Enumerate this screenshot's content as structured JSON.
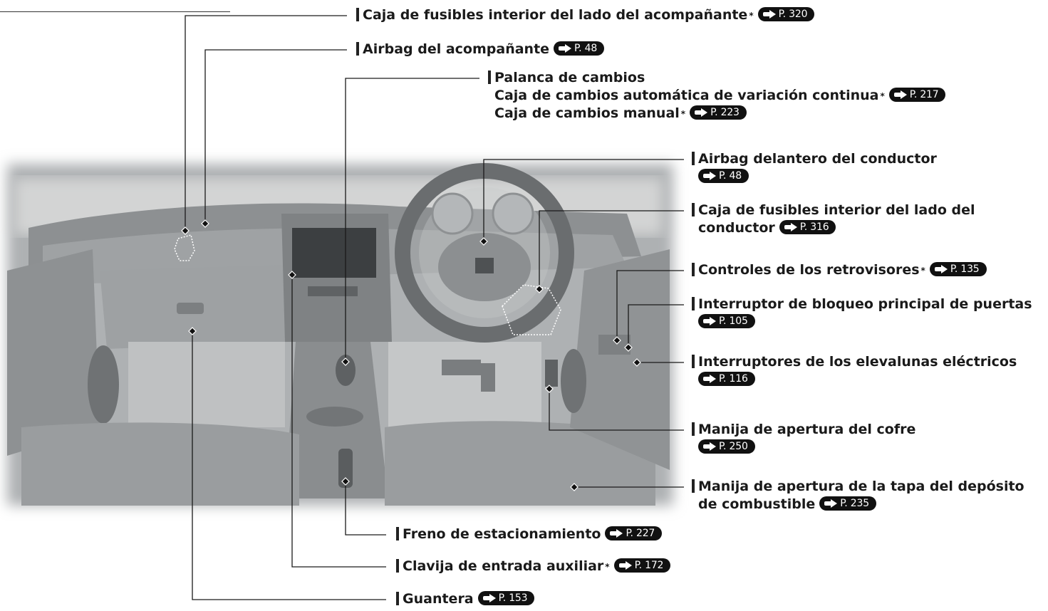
{
  "callouts": [
    {
      "id": "passenger-fuse-box",
      "lines": [
        "Caja de fusibles interior del lado del acompañante"
      ],
      "stars": [
        true
      ],
      "refs": [
        "P. 320"
      ]
    },
    {
      "id": "passenger-airbag",
      "lines": [
        "Airbag del acompañante"
      ],
      "stars": [
        false
      ],
      "refs": [
        "P. 48"
      ]
    },
    {
      "id": "shift-lever",
      "lines": [
        "Palanca de cambios",
        "Caja de cambios automática de variación continua",
        "Caja de cambios manual"
      ],
      "stars": [
        false,
        true,
        true
      ],
      "refs": [
        null,
        "P. 217",
        "P. 223"
      ]
    },
    {
      "id": "driver-front-airbag",
      "lines": [
        "Airbag delantero del conductor",
        ""
      ],
      "stars": [
        false,
        false
      ],
      "refs": [
        null,
        "P. 48"
      ]
    },
    {
      "id": "driver-fuse-box",
      "lines": [
        "Caja de fusibles interior del lado del",
        "conductor"
      ],
      "stars": [
        false,
        false
      ],
      "refs": [
        null,
        "P. 316"
      ]
    },
    {
      "id": "mirror-controls",
      "lines": [
        "Controles de los retrovisores"
      ],
      "stars": [
        true
      ],
      "refs": [
        "P. 135"
      ]
    },
    {
      "id": "master-door-lock",
      "lines": [
        "Interruptor de bloqueo principal de puertas",
        ""
      ],
      "stars": [
        false,
        false
      ],
      "refs": [
        null,
        "P. 105"
      ]
    },
    {
      "id": "power-window-switches",
      "lines": [
        "Interruptores de los elevalunas eléctricos",
        ""
      ],
      "stars": [
        false,
        false
      ],
      "refs": [
        null,
        "P. 116"
      ]
    },
    {
      "id": "hood-release",
      "lines": [
        "Manija de apertura del cofre",
        ""
      ],
      "stars": [
        false,
        false
      ],
      "refs": [
        null,
        "P. 250"
      ]
    },
    {
      "id": "fuel-door-release",
      "lines": [
        "Manija de apertura de la tapa del depósito",
        "de combustible"
      ],
      "stars": [
        false,
        false
      ],
      "refs": [
        null,
        "P. 235"
      ]
    },
    {
      "id": "parking-brake",
      "lines": [
        "Freno de estacionamiento"
      ],
      "stars": [
        false
      ],
      "refs": [
        "P. 227"
      ]
    },
    {
      "id": "aux-jack",
      "lines": [
        "Clavija de entrada auxiliar"
      ],
      "stars": [
        true
      ],
      "refs": [
        "P. 172"
      ]
    },
    {
      "id": "glove-box",
      "lines": [
        "Guantera"
      ],
      "stars": [
        false
      ],
      "refs": [
        "P. 153"
      ]
    }
  ],
  "brand_colors": {
    "ink": "#1a1a1a",
    "pill": "#111111",
    "photo_bg": "#b9bbbc"
  }
}
